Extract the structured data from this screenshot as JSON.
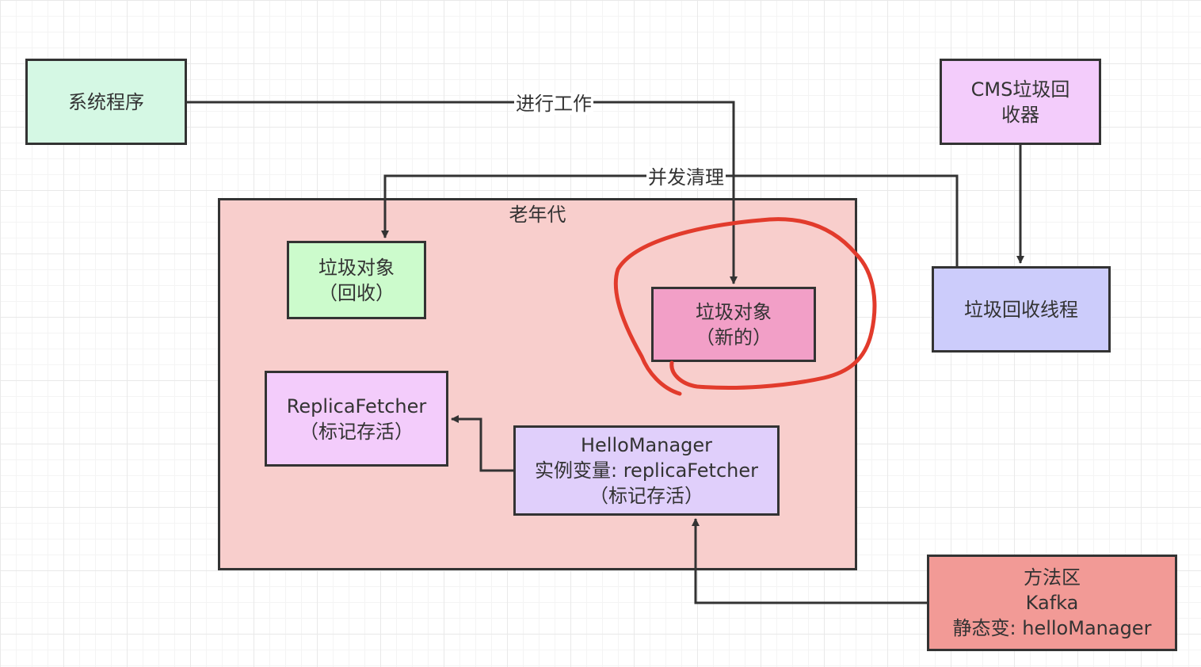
{
  "nodes": {
    "old_gen": {
      "title": "老年代"
    },
    "system_program": {
      "lines": [
        "系统程序"
      ]
    },
    "cms_collector": {
      "lines": [
        "CMS垃圾回",
        "收器"
      ]
    },
    "gc_thread": {
      "lines": [
        "垃圾回收线程"
      ]
    },
    "garbage_reclaimed": {
      "lines": [
        "垃圾对象",
        "（回收）"
      ]
    },
    "garbage_new": {
      "lines": [
        "垃圾对象",
        "（新的）"
      ]
    },
    "replica_fetcher": {
      "lines": [
        "ReplicaFetcher",
        "（标记存活）"
      ]
    },
    "hello_manager": {
      "lines": [
        "HelloManager",
        "实例变量: replicaFetcher",
        "（标记存活）"
      ]
    },
    "method_area": {
      "lines": [
        "方法区",
        "Kafka",
        "静态变: helloManager"
      ]
    }
  },
  "edges": {
    "work": {
      "label": "进行工作"
    },
    "concurrent_clean": {
      "label": "并发清理"
    }
  },
  "colors": {
    "line": "#333333",
    "highlight": "#e23b2c"
  }
}
